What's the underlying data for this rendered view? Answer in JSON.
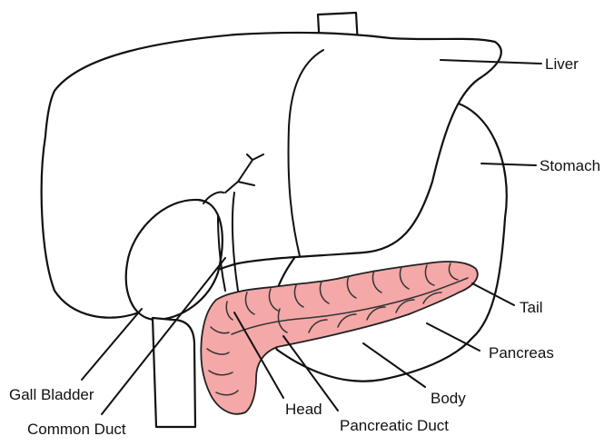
{
  "labels": {
    "liver": "Liver",
    "stomach": "Stomach",
    "tail": "Tail",
    "pancreas": "Pancreas",
    "body": "Body",
    "head": "Head",
    "gall_bladder": "Gall Bladder",
    "common_duct": "Common Duct",
    "pancreatic_duct": "Pancreatic Duct"
  },
  "colors": {
    "pancreas_fill": "#f4a8a8",
    "outline": "#111111",
    "background": "#ffffff"
  }
}
